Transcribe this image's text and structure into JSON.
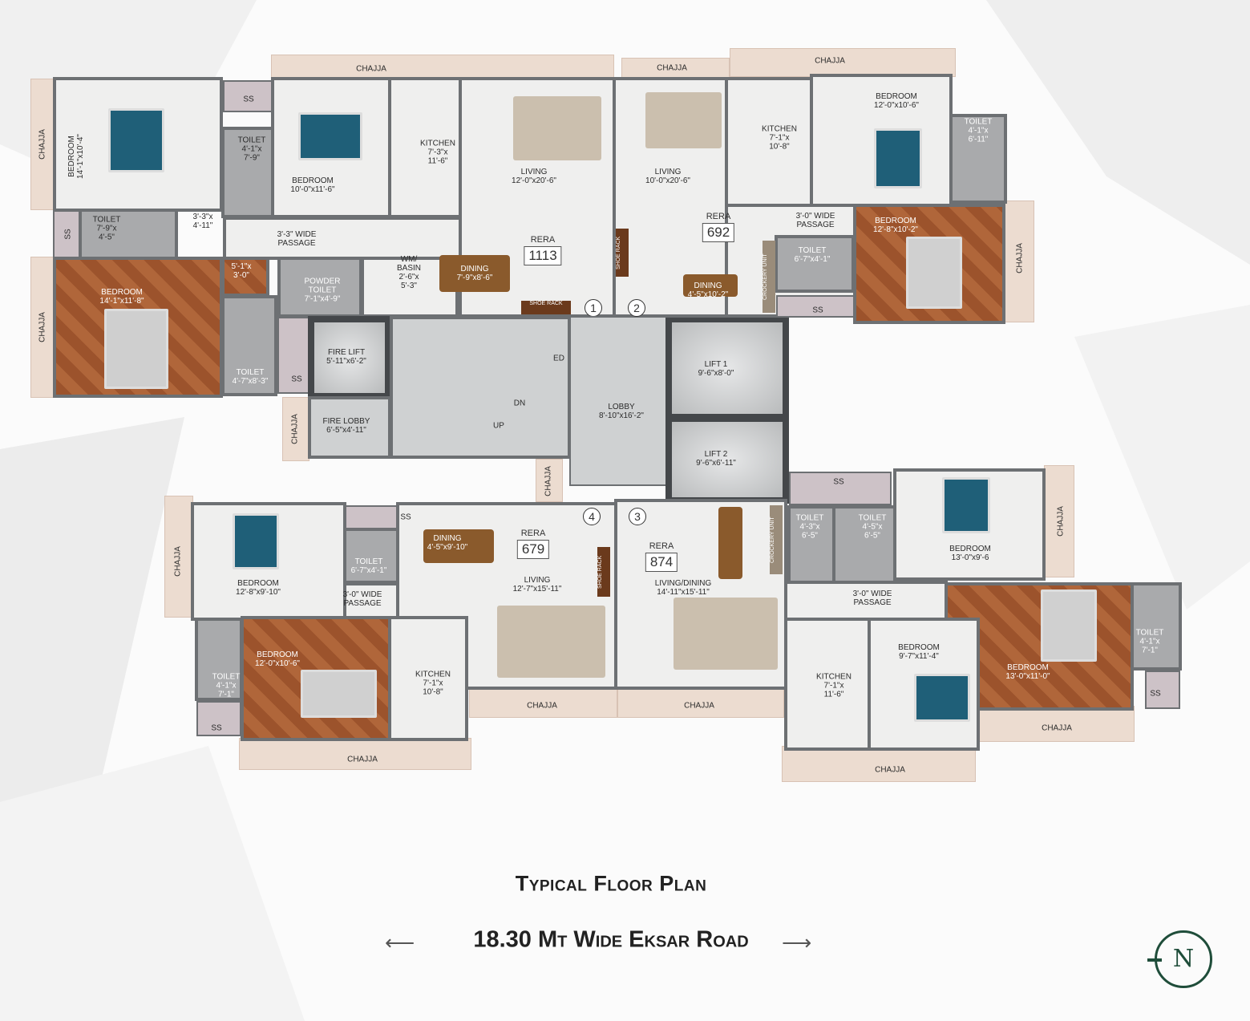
{
  "colors": {
    "wall": "#6d7073",
    "wood_floor": "#9c532c",
    "toilet": "#a9aaac",
    "chajja": "#ecdcd0",
    "compass": "#1f4d3a",
    "bed": "#1f5f78"
  },
  "common": {
    "chajja": "CHAJJA",
    "ss": "SS",
    "rera": "RERA",
    "passage": "PASSAGE",
    "shoe_rack": "SHOE RACK",
    "crockery_unit": "CROCKERY UNIT"
  },
  "u1": {
    "rera": "1113",
    "door": "1",
    "bed1": {
      "n": "BEDROOM",
      "d": "14'-1\"x10'-4\""
    },
    "toilet1": {
      "n": "TOILET",
      "d": "4'-1\"x 7'-9\""
    },
    "bed2": {
      "n": "BEDROOM",
      "d": "10'-0\"x11'-6\""
    },
    "kitchen": {
      "n": "KITCHEN",
      "d": "7'-3\"x 11'-6\""
    },
    "living": {
      "n": "LIVING",
      "d": "12'-0\"x20'-6\""
    },
    "toilet2": {
      "n": "TOILET",
      "d": "7'-9\"x 4'-5\""
    },
    "lobby_small": {
      "d": "3'-3\"x 4'-11\""
    },
    "passage": {
      "n": "3'-3\" WIDE",
      "d": "PASSAGE"
    },
    "bed3": {
      "n": "BEDROOM",
      "d": "14'-1\"x11'-8\""
    },
    "niche": {
      "d": "5'-1\"x 3'-0\""
    },
    "powder": {
      "n": "POWDER TOILET",
      "d": "7'-1\"x4'-9\""
    },
    "wm": {
      "n": "WM/ BASIN",
      "d": "2'-6\"x 5'-3\""
    },
    "dining": {
      "n": "DINING",
      "d": "7'-9\"x8'-6\""
    },
    "toilet3": {
      "n": "TOILET",
      "d": "4'-7\"x8'-3\""
    }
  },
  "core": {
    "fire_lift": {
      "n": "FIRE LIFT",
      "d": "5'-11\"x6'-2\""
    },
    "fire_lobby": {
      "n": "FIRE LOBBY",
      "d": "6'-5\"x4'-11\""
    },
    "lobby": {
      "n": "LOBBY",
      "d": "8'-10\"x16'-2\""
    },
    "lift1": {
      "n": "LIFT 1",
      "d": "9'-6\"x8'-0\""
    },
    "lift2": {
      "n": "LIFT 2",
      "d": "9'-6\"x6'-11\""
    },
    "dn": "DN",
    "up": "UP",
    "ed": "ED"
  },
  "u2": {
    "rera": "692",
    "door": "2",
    "living": {
      "n": "LIVING",
      "d": "10'-0\"x20'-6\""
    },
    "kitchen": {
      "n": "KITCHEN",
      "d": "7'-1\"x 10'-8\""
    },
    "bed1": {
      "n": "BEDROOM",
      "d": "12'-0\"x10'-6\""
    },
    "toilet1": {
      "n": "TOILET",
      "d": "4'-1\"x 6'-11\""
    },
    "passage": {
      "n": "3'-0\" WIDE",
      "d": "PASSAGE"
    },
    "dining": {
      "n": "DINING",
      "d": "4'-5\"x10'-2\""
    },
    "toilet2": {
      "n": "TOILET",
      "d": "6'-7\"x4'-1\""
    },
    "bed2": {
      "n": "BEDROOM",
      "d": "12'-8\"x10'-2\""
    }
  },
  "u4": {
    "rera": "679",
    "door": "4",
    "bed1": {
      "n": "BEDROOM",
      "d": "12'-8\"x9'-10\""
    },
    "toilet1": {
      "n": "TOILET",
      "d": "6'-7\"x4'-1\""
    },
    "dining": {
      "n": "DINING",
      "d": "4'-5\"x9'-10\""
    },
    "living": {
      "n": "LIVING",
      "d": "12'-7\"x15'-11\""
    },
    "passage": {
      "n": "3'-0\" WIDE",
      "d": "PASSAGE"
    },
    "toilet2": {
      "n": "TOILET",
      "d": "4'-1\"x 7'-1\""
    },
    "bed2": {
      "n": "BEDROOM",
      "d": "12'-0\"x10'-6\""
    },
    "kitchen": {
      "n": "KITCHEN",
      "d": "7'-1\"x 10'-8\""
    }
  },
  "u3": {
    "rera": "874",
    "door": "3",
    "living": {
      "n": "LIVING/DINING",
      "d": "14'-11\"x15'-11\""
    },
    "toilet1": {
      "n": "TOILET",
      "d": "4'-3\"x 6'-5\""
    },
    "toilet2": {
      "n": "TOILET",
      "d": "4'-5\"x 6'-5\""
    },
    "bed1": {
      "n": "BEDROOM",
      "d": "13'-0\"x9'-6"
    },
    "passage": {
      "n": "3'-0\" WIDE",
      "d": "PASSAGE"
    },
    "bed2": {
      "n": "BEDROOM",
      "d": "13'-0\"x11'-0\""
    },
    "toilet3": {
      "n": "TOILET",
      "d": "4'-1\"x 7'-1\""
    },
    "bed3": {
      "n": "BEDROOM",
      "d": "9'-7\"x11'-4\""
    },
    "kitchen": {
      "n": "KITCHEN",
      "d": "7'-1\"x 11'-6\""
    }
  },
  "footer": {
    "title": "Typical Floor Plan",
    "road": "18.30 Mt Wide Eksar Road",
    "north": "N",
    "arrow_left": "⟵",
    "arrow_right": "⟶"
  }
}
